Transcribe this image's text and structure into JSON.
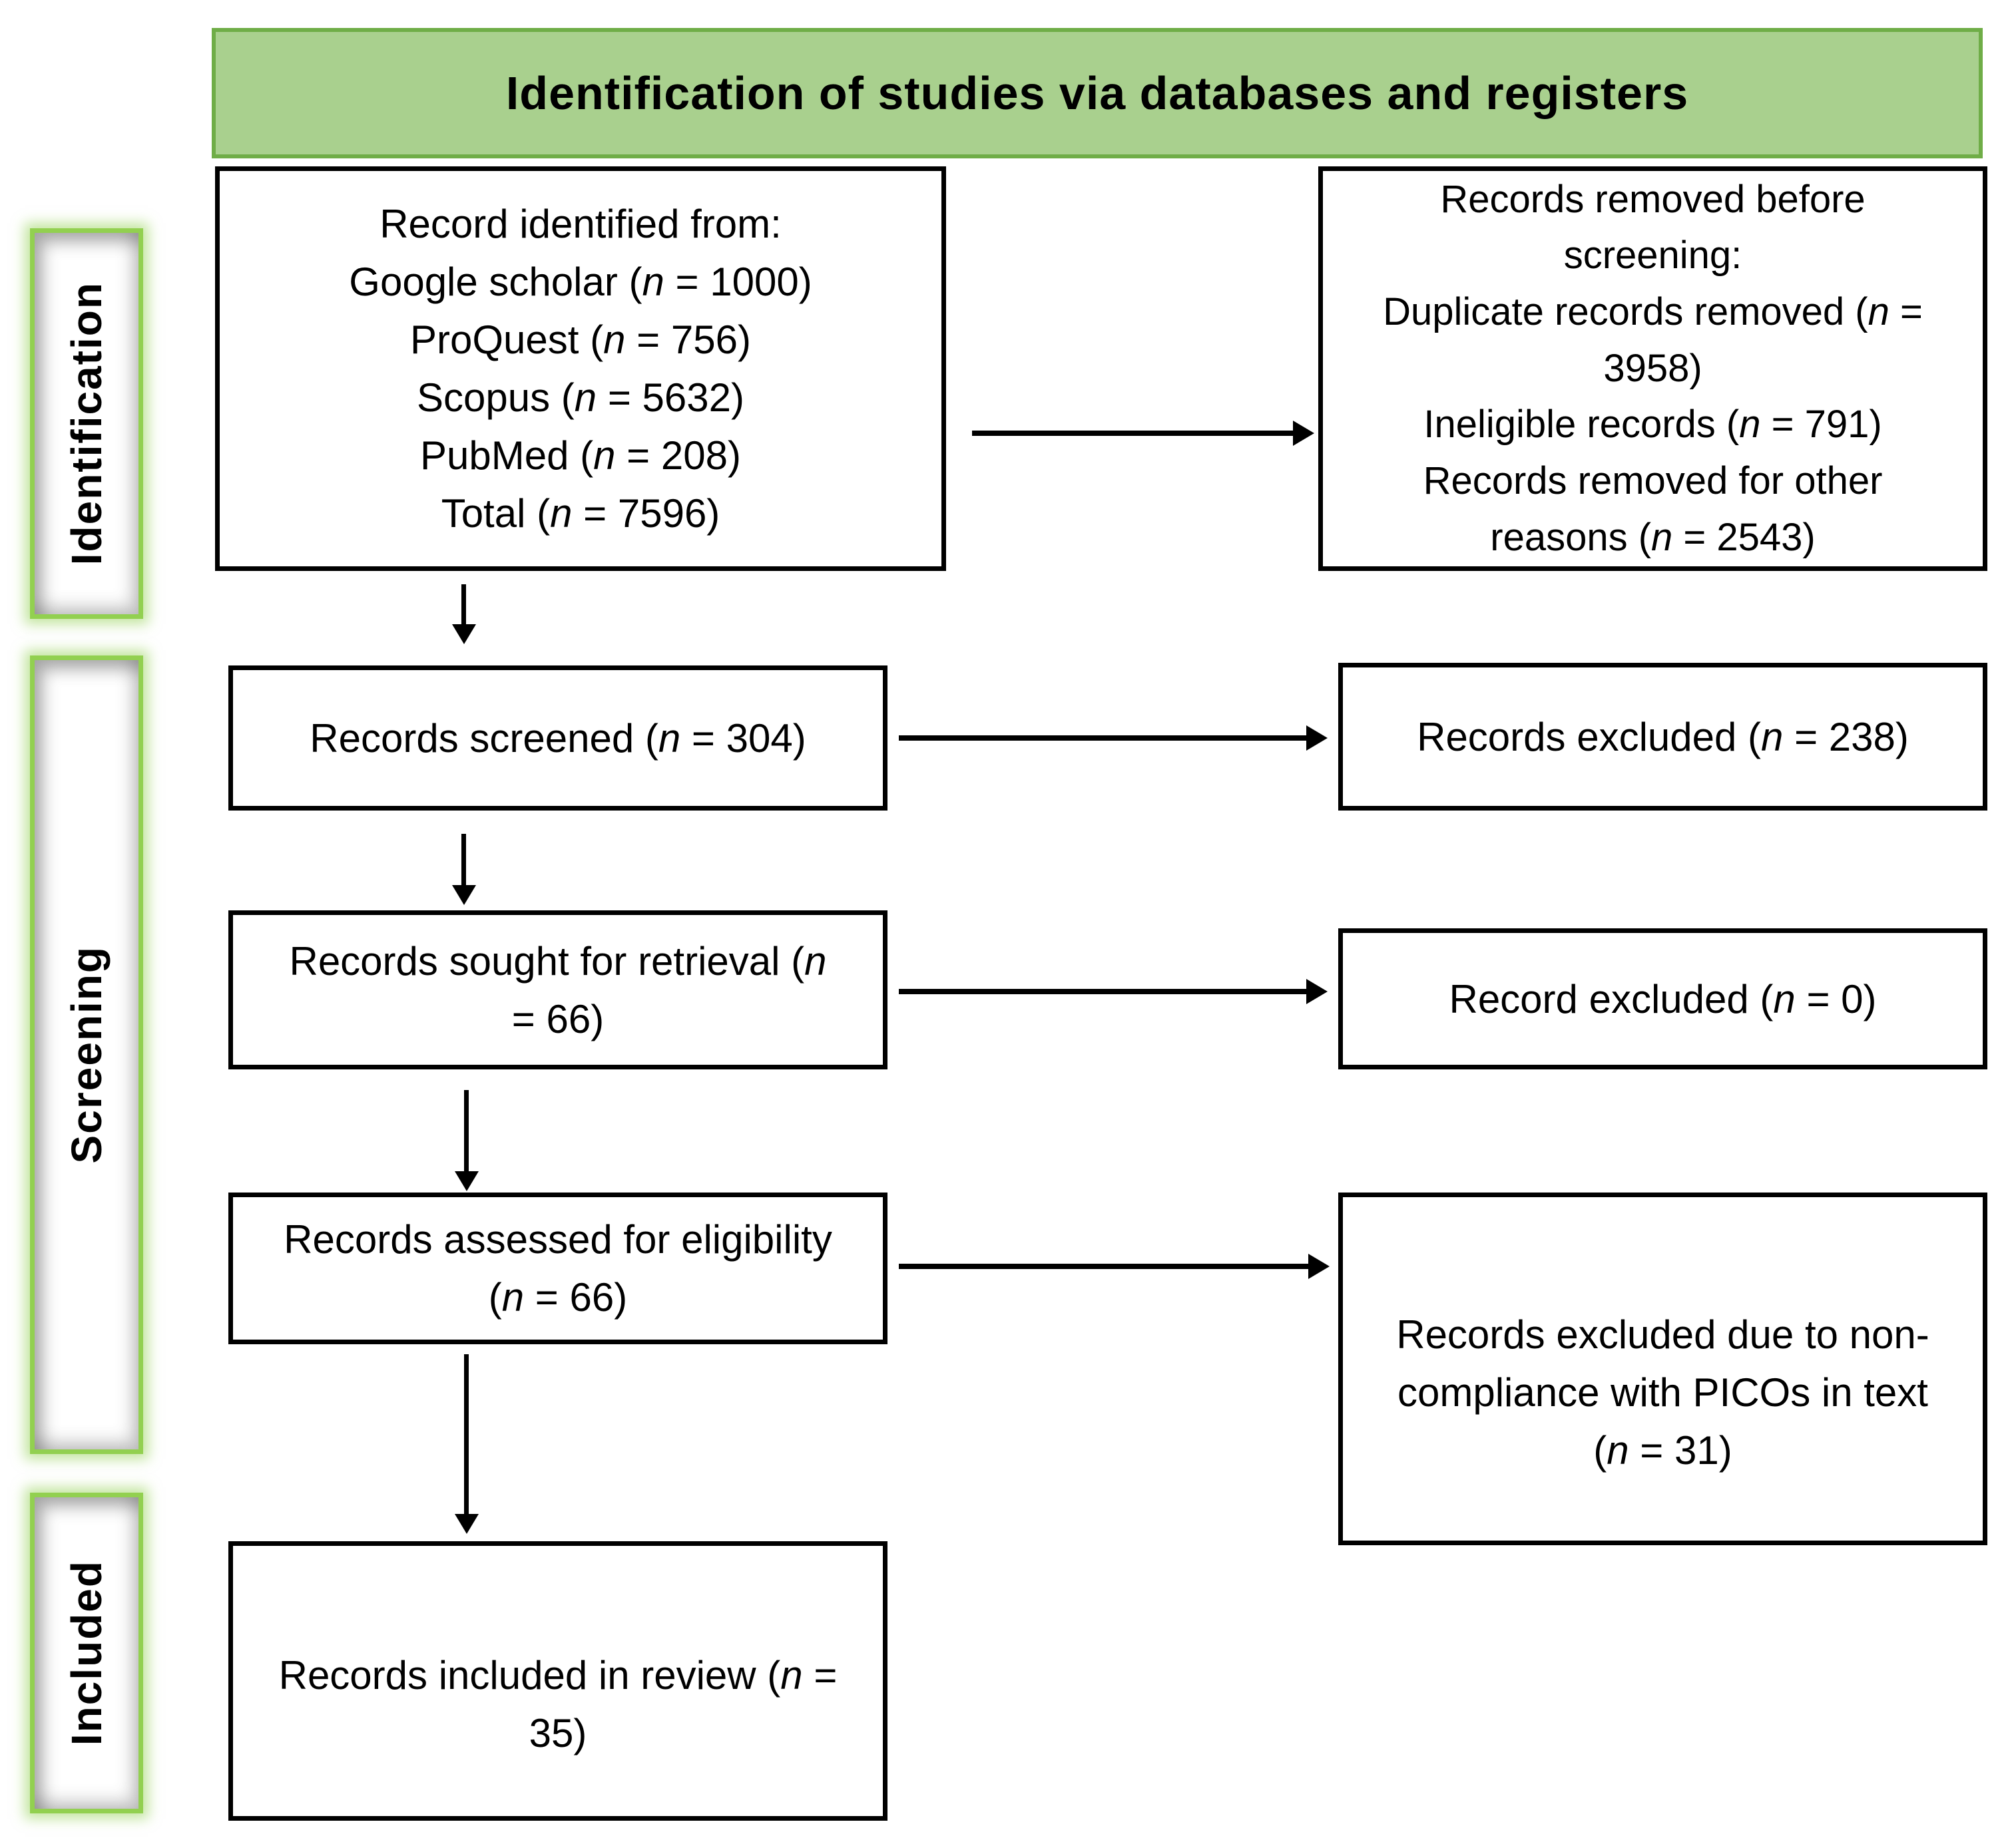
{
  "title": "Identification of studies via databases and registers",
  "stages": {
    "identification": "Identification",
    "screening": "Screening",
    "included": "Included"
  },
  "boxes": {
    "identified": {
      "lines": [
        "Record identified from:",
        "Google scholar (*n* = 1000)",
        "ProQuest (*n* = 756)",
        "Scopus (*n* = 5632)",
        "PubMed (*n* = 208)",
        "Total (*n* = 7596)"
      ]
    },
    "removed_before_screening": {
      "lines": [
        "Records removed before",
        "screening:",
        "Duplicate records removed (*n* =",
        "3958)",
        "Ineligible records (*n* = 791)",
        "Records removed for other",
        "reasons (*n* = 2543)"
      ]
    },
    "screened": {
      "lines": [
        "Records screened (*n* = 304)"
      ]
    },
    "excluded_screening": {
      "lines": [
        "Records excluded (*n* = 238)"
      ]
    },
    "sought_retrieval": {
      "lines": [
        "Records sought for retrieval (*n*",
        "= 66)"
      ]
    },
    "excluded_retrieval": {
      "lines": [
        "Record excluded (*n* = 0)"
      ]
    },
    "assessed_eligibility": {
      "lines": [
        "Records assessed for eligibility",
        "(*n* = 66)"
      ]
    },
    "excluded_pico": {
      "lines": [
        "Records excluded due to non-",
        "compliance with PICOs in text",
        "(*n* = 31)"
      ]
    },
    "included_review": {
      "lines": [
        "Records included in review (*n* =",
        "35)"
      ]
    }
  },
  "counts": {
    "google_scholar": 1000,
    "proquest": 756,
    "scopus": 5632,
    "pubmed": 208,
    "total_identified": 7596,
    "duplicates_removed": 3958,
    "ineligible_records": 791,
    "removed_other_reasons": 2543,
    "screened": 304,
    "excluded_after_screening": 238,
    "sought_for_retrieval": 66,
    "excluded_at_retrieval": 0,
    "assessed_for_eligibility": 66,
    "excluded_pico_noncompliance": 31,
    "included_in_review": 35
  },
  "colors": {
    "header_fill": "#a9d08e",
    "header_border": "#6fad47",
    "stage_border": "#92d050",
    "box_border": "#000000"
  }
}
